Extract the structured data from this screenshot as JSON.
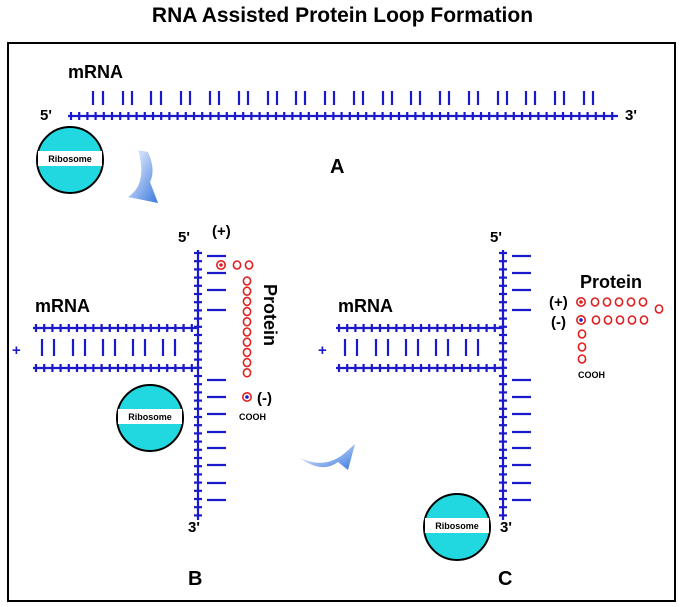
{
  "title": "RNA Assisted Protein Loop Formation",
  "colors": {
    "strand": "#1a1acc",
    "protein_bead": "#e02020",
    "ribosome_fill": "#22d8e0",
    "arrow": "#3a78e0"
  },
  "panel_a": {
    "strand_label": "mRNA",
    "five_prime": "5'",
    "three_prime": "3'",
    "ribosome_label": "Ribosome",
    "panel_label": "A"
  },
  "panel_b": {
    "strand_label": "mRNA",
    "five_prime": "5'",
    "three_prime": "3'",
    "protein_label": "Protein",
    "n_terminus_charge": "(+)",
    "c_terminus_charge": "(-)",
    "cooh_label": "COOH",
    "ribosome_label": "Ribosome",
    "panel_label": "B",
    "plus_sign": "+"
  },
  "panel_c": {
    "strand_label": "mRNA",
    "five_prime": "5'",
    "three_prime": "3'",
    "protein_label": "Protein",
    "n_terminus_charge": "(+)",
    "c_terminus_charge": "(-)",
    "cooh_label": "COOH",
    "ribosome_label": "Ribosome",
    "panel_label": "C",
    "plus_sign": "+"
  }
}
